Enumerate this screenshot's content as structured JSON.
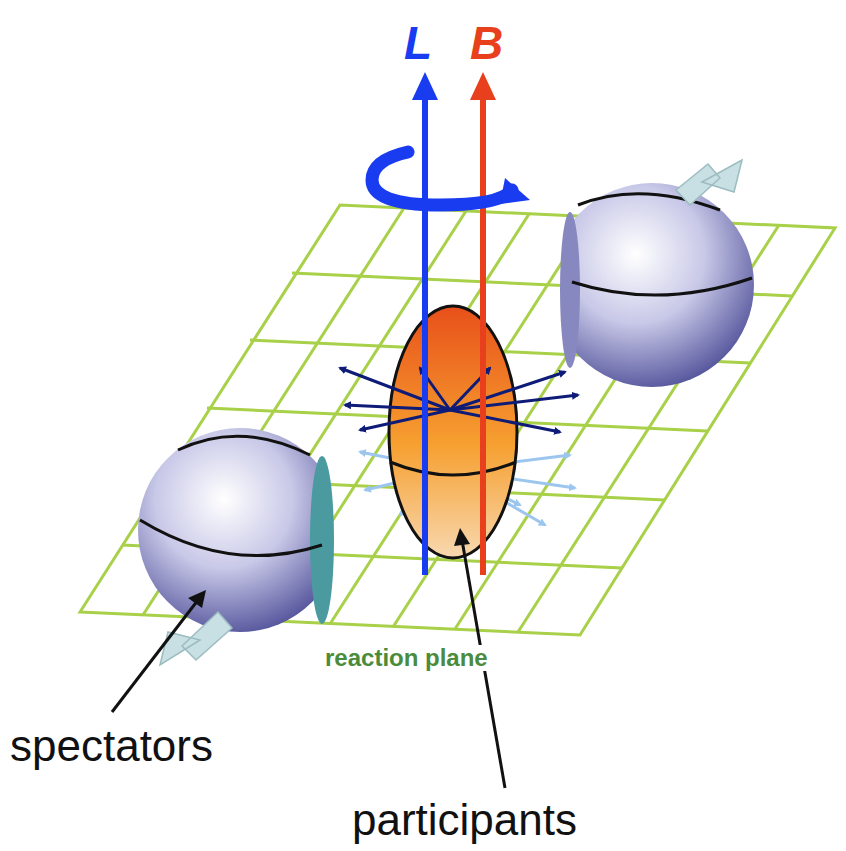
{
  "diagram": {
    "labels": [
      "L",
      "B",
      "reaction plane",
      "spectators",
      "participants"
    ]
  }
}
